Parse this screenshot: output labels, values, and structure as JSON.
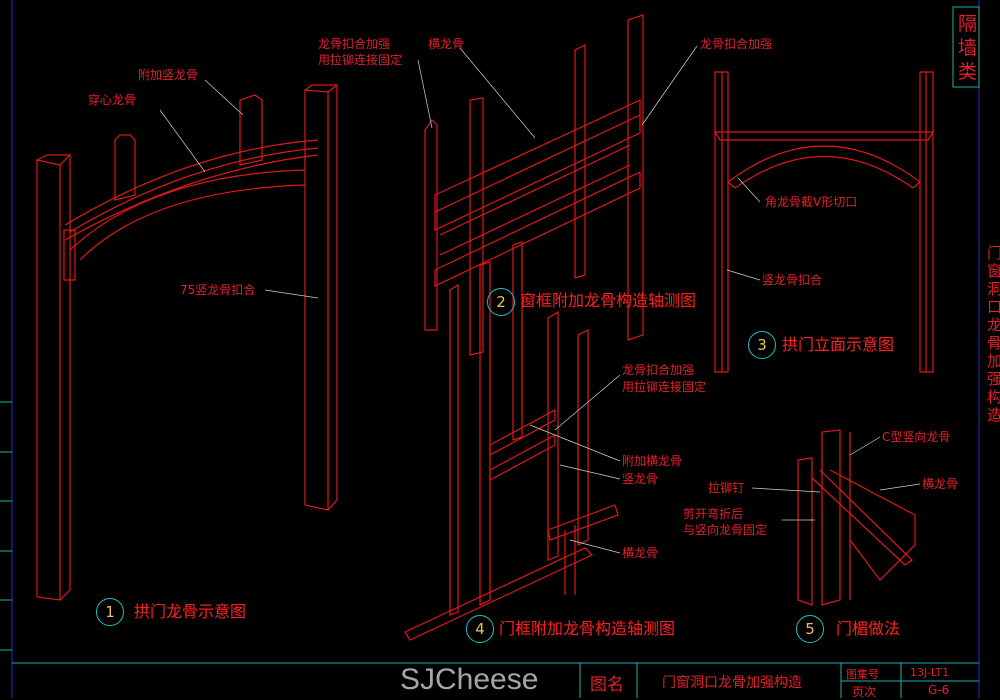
{
  "category": "隔墙类",
  "side_title": "门窗洞口龙骨加强构造",
  "title_block": {
    "name_label": "图名",
    "name_value": "门窗洞口龙骨加强构造",
    "atlas_label": "图集号",
    "atlas_value": "13J-LT1",
    "page_label": "页次",
    "page_value": "G-6"
  },
  "watermark": "SJCheese",
  "drawings": [
    {
      "num": "1",
      "caption": "拱门龙骨示意图",
      "labels": [
        "附加竖龙骨",
        "穿心龙骨",
        "75竖龙骨扣合"
      ]
    },
    {
      "num": "2",
      "caption": "窗框附加龙骨构造轴测图",
      "labels": [
        "龙骨扣合加强",
        "用拉铆连接固定",
        "横龙骨",
        "龙骨扣合加强"
      ]
    },
    {
      "num": "3",
      "caption": "拱门立面示意图",
      "labels": [
        "角龙骨截V形切口",
        "竖龙骨扣合"
      ]
    },
    {
      "num": "4",
      "caption": "门框附加龙骨构造轴测图",
      "labels": [
        "龙骨扣合加强",
        "用拉铆连接固定",
        "附加横龙骨",
        "竖龙骨",
        "横龙骨"
      ]
    },
    {
      "num": "5",
      "caption": "门楣做法",
      "labels": [
        "C型竖向龙骨",
        "横龙骨",
        "拉铆钉",
        "剪开弯折后",
        "与竖向龙骨固定"
      ]
    }
  ]
}
